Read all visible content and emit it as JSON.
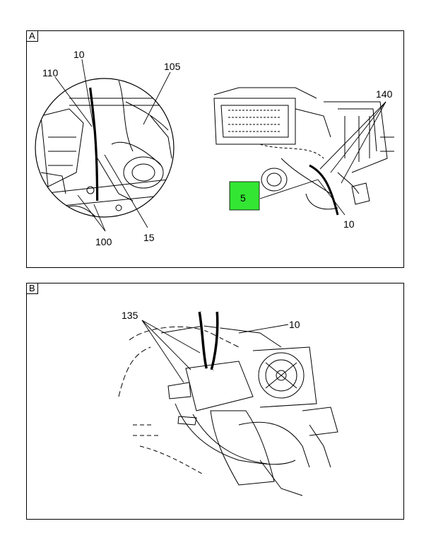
{
  "panels": {
    "a": {
      "label": "A",
      "callouts": {
        "c10_top": "10",
        "c110": "110",
        "c105": "105",
        "c100": "100",
        "c15": "15",
        "c140": "140",
        "c5": "5",
        "c10_right": "10"
      },
      "highlight_color": "#33e633"
    },
    "b": {
      "label": "B",
      "callouts": {
        "c135": "135",
        "c10": "10"
      }
    }
  }
}
